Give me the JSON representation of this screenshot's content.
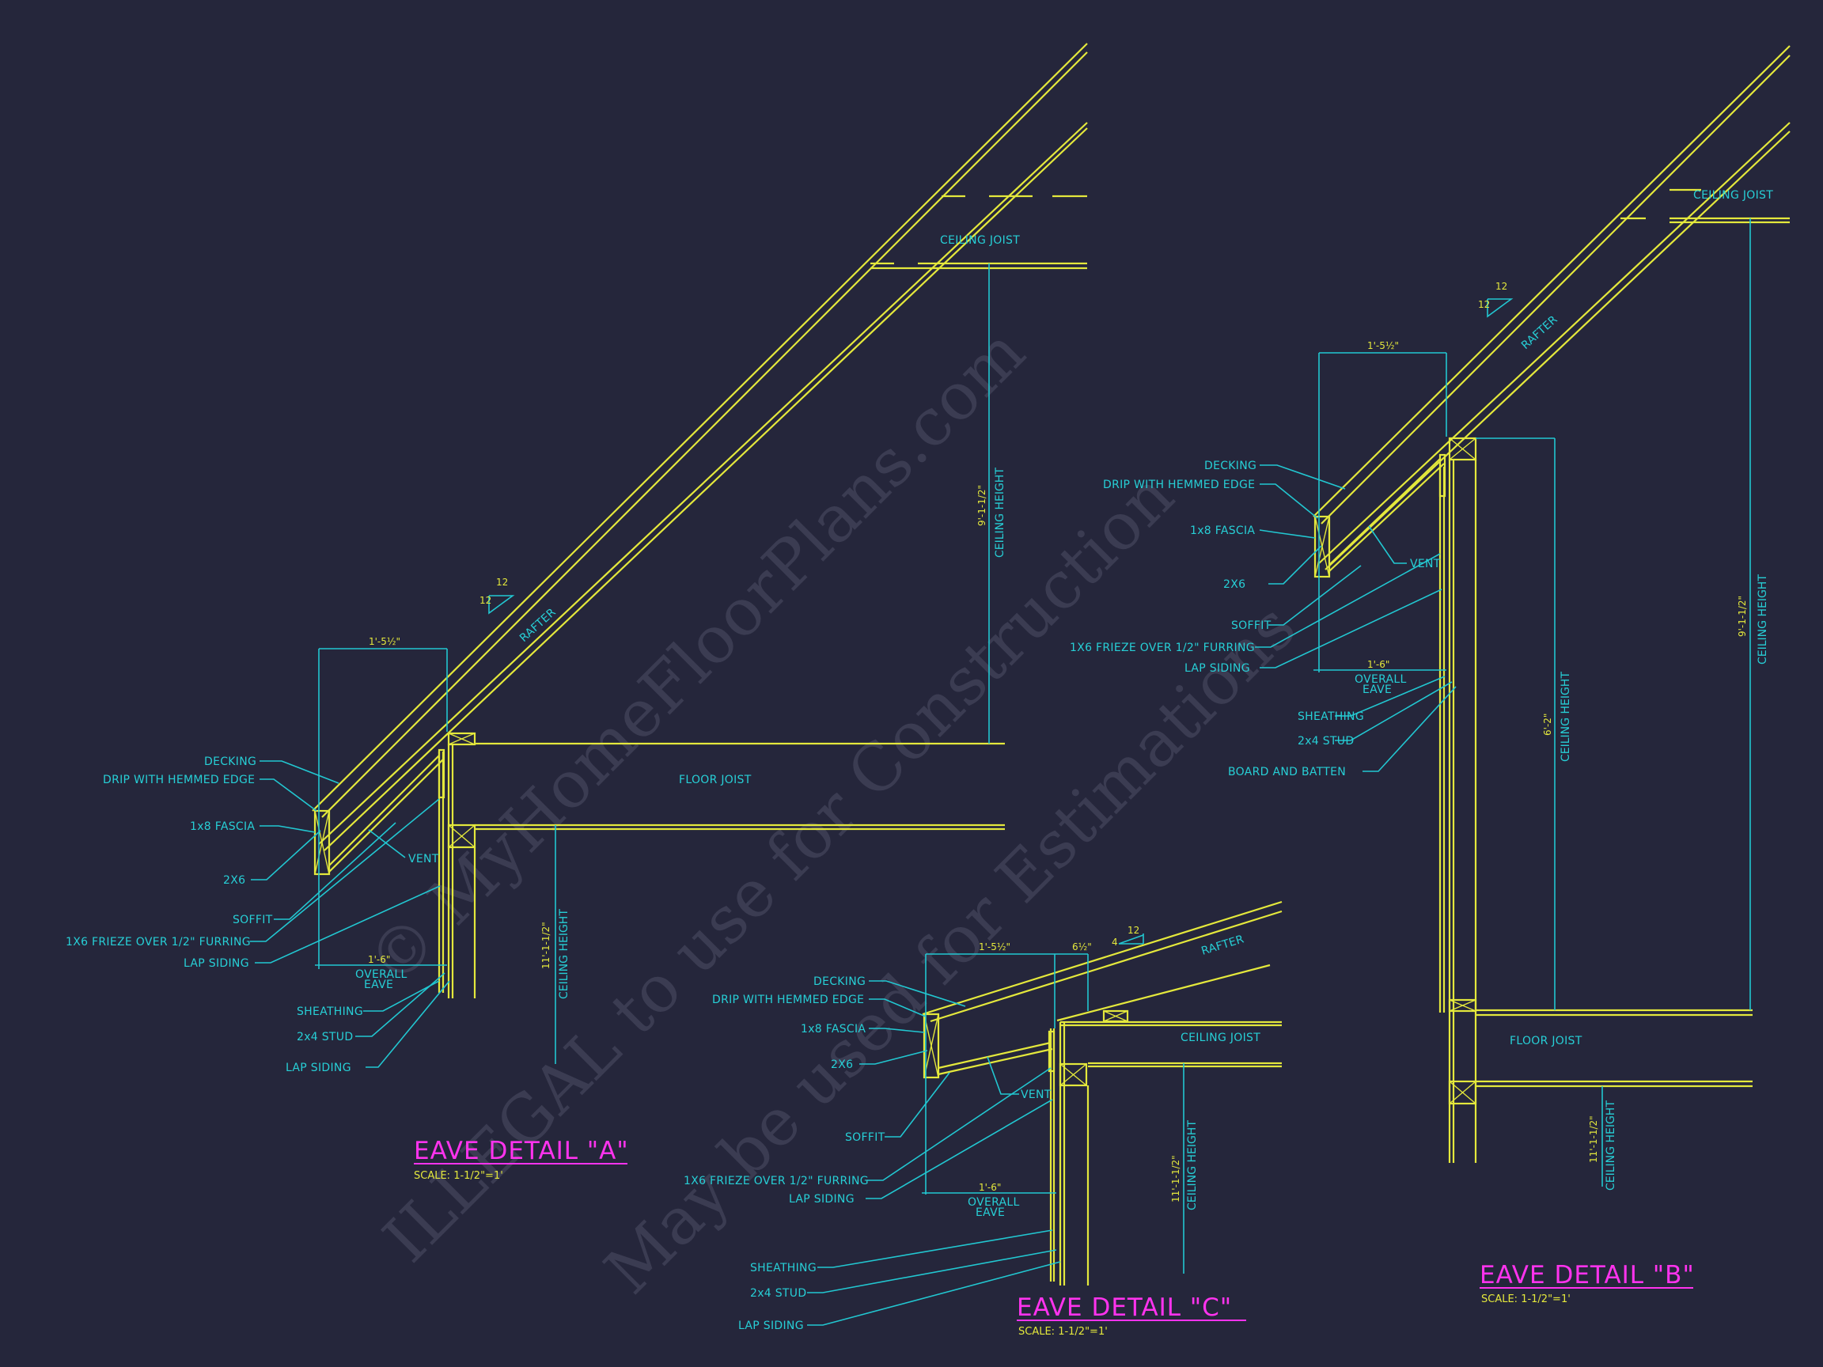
{
  "watermark": {
    "line1": "ILLEGAL to use for Construction",
    "line2": "May be used for Estimations",
    "line3": "© MyHomeFloorPlans.com"
  },
  "detail_a": {
    "title": "EAVE DETAIL \"A\"",
    "scale": "SCALE: 1-1/2\"=1'",
    "rafter": "RAFTER",
    "ceiling_joist": "CEILING JOIST",
    "floor_joist": "FLOOR JOIST",
    "pitch_rise": "12",
    "pitch_run": "12",
    "dim_top": "1'-5½\"",
    "dim_eave_val": "1'-6\"",
    "dim_eave_l1": "OVERALL",
    "dim_eave_l2": "EAVE",
    "dim_upper_h": "9'-1-1/2\"",
    "dim_upper_lbl": "CEILING HEIGHT",
    "dim_lower_h": "11'-1-1/2\"",
    "dim_lower_lbl": "CEILING HEIGHT",
    "labels": {
      "decking": "DECKING",
      "drip": "DRIP WITH HEMMED EDGE",
      "fascia": "1x8 FASCIA",
      "two_by_six": "2X6",
      "vent": "VENT",
      "soffit": "SOFFIT",
      "frieze": "1X6 FRIEZE OVER 1/2\" FURRING",
      "lap_siding": "LAP SIDING",
      "sheathing": "SHEATHING",
      "stud": "2x4 STUD",
      "lap_siding_2": "LAP SIDING"
    }
  },
  "detail_b": {
    "title": "EAVE DETAIL \"B\"",
    "scale": "SCALE: 1-1/2\"=1'",
    "rafter": "RAFTER",
    "ceiling_joist": "CEILING JOIST",
    "floor_joist": "FLOOR JOIST",
    "pitch_rise": "12",
    "pitch_run": "12",
    "dim_top": "1'-5½\"",
    "dim_eave_val": "1'-6\"",
    "dim_eave_l1": "OVERALL",
    "dim_eave_l2": "EAVE",
    "dim_upper_h": "9'-1-1/2\"",
    "dim_upper_lbl": "CEILING HEIGHT",
    "dim_mid_h": "6'-2\"",
    "dim_mid_lbl": "CEILING HEIGHT",
    "dim_lower_h": "11'-1-1/2\"",
    "dim_lower_lbl": "CEILING HEIGHT",
    "labels": {
      "decking": "DECKING",
      "drip": "DRIP WITH HEMMED EDGE",
      "fascia": "1x8 FASCIA",
      "two_by_six": "2X6",
      "vent": "VENT",
      "soffit": "SOFFIT",
      "frieze": "1X6 FRIEZE OVER 1/2\" FURRING",
      "lap_siding": "LAP SIDING",
      "sheathing": "SHEATHING",
      "stud": "2x4 STUD",
      "board_batten": "BOARD AND BATTEN"
    }
  },
  "detail_c": {
    "title": "EAVE DETAIL  \"C\"",
    "scale": "SCALE: 1-1/2\"=1'",
    "rafter": "RAFTER",
    "ceiling_joist": "CEILING JOIST",
    "pitch_rise": "12",
    "pitch_run": "4",
    "dim_top": "1'-5½\"",
    "dim_top2": "6½\"",
    "dim_eave_val": "1'-6\"",
    "dim_eave_l1": "OVERALL",
    "dim_eave_l2": "EAVE",
    "dim_lower_h": "11'-1-1/2\"",
    "dim_lower_lbl": "CEILING HEIGHT",
    "labels": {
      "decking": "DECKING",
      "drip": "DRIP WITH HEMMED EDGE",
      "fascia": "1x8 FASCIA",
      "two_by_six": "2X6",
      "vent": "VENT",
      "soffit": "SOFFIT",
      "frieze": "1X6 FRIEZE OVER 1/2\" FURRING",
      "lap_siding": "LAP SIDING",
      "sheathing": "SHEATHING",
      "stud": "2x4 STUD",
      "lap_siding_2": "LAP SIDING"
    }
  },
  "colors": {
    "background": "#25263b",
    "lumber": "#e4e83c",
    "annotation": "#22c7d1",
    "title": "#ff33ee",
    "watermark": "#3b3c52"
  }
}
